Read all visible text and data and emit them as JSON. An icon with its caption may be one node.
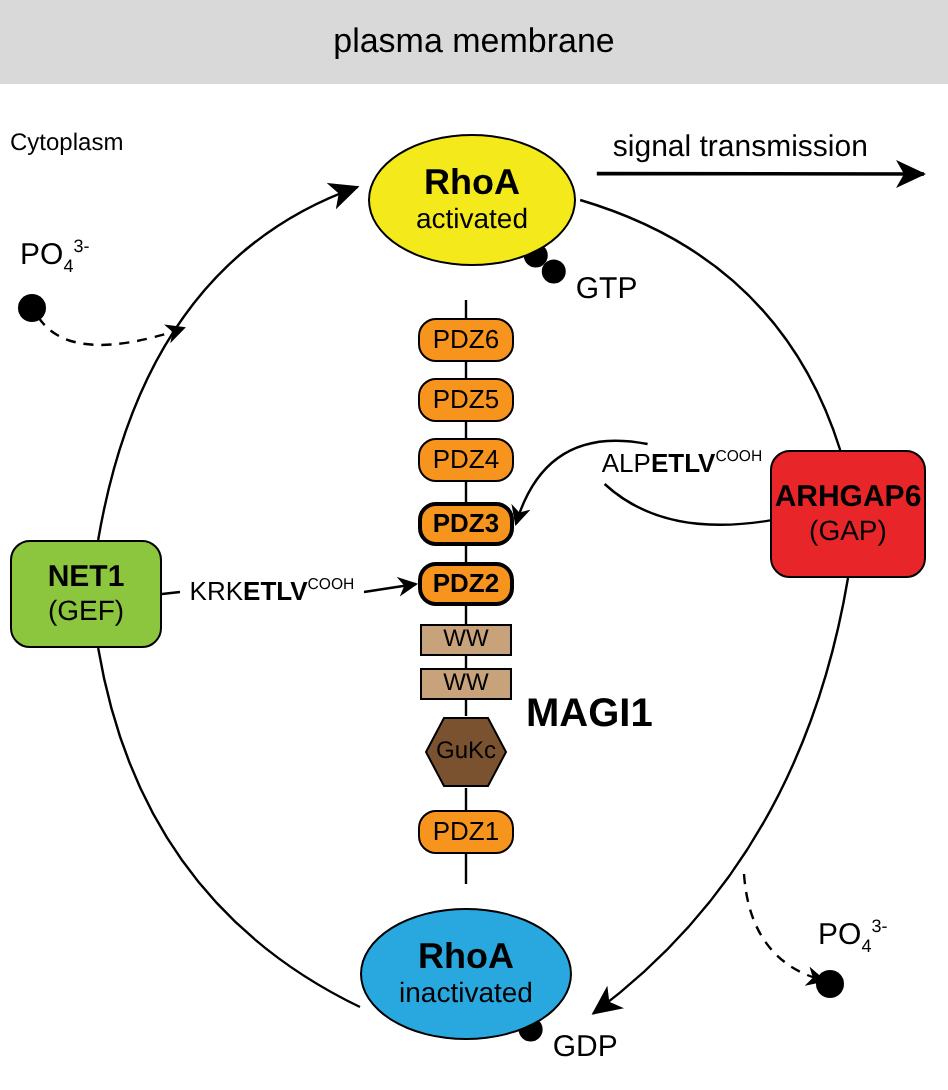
{
  "diagram": {
    "nodes": [
      {
        "text": [
          "plasma membrane"
        ]
      },
      {
        "text": [
          "RhoA",
          "activated"
        ],
        "beside": [
          "GTP"
        ]
      },
      {
        "text": [
          "NET1",
          "(GEF)"
        ]
      },
      {
        "text": [
          "KRK**ETLV**$^{COOH}$"
        ]
      },
      {
        "text": [
          "PDZ6"
        ]
      },
      {
        "text": [
          "PDZ5"
        ]
      },
      {
        "text": [
          "PDZ4"
        ]
      },
      {
        "text": [
          "PDZ3"
        ]
      },
      {
        "text": [
          "PDZ2"
        ]
      },
      {
        "text": [
          "WW"
        ]
      },
      {
        "text": [
          "WW"
        ]
      },
      {
        "text": [
          "GuKc"
        ]
      },
      {
        "text": [
          "PDZ1"
        ]
      },
      {
        "text": [
          "ALP**ETLV**$^{COOH}$"
        ]
      },
      {
        "text": [
          "ARHGAP6",
          "(GAP)"
        ]
      },
      {
        "text": [
          "RhoA",
          "inactivated"
        ],
        "beside": [
          "GDP"
        ]
      },
      {
        "text": [
          "PO$_{4}$$^{3-}$"
        ]
      },
      {
        "text": [
          "PO$_{4}$$^{3-}$"
        ]
      }
    ],
    "edges": [
      {
        "from": 2,
        "to": 1,
        "arrow": "to"
      },
      {
        "from": 15,
        "to": 2,
        "arrow": "none"
      },
      {
        "from": 1,
        "to": 14,
        "arrow": "none"
      },
      {
        "from": 14,
        "to": 15,
        "arrow": "to"
      },
      {
        "from": 2,
        "to": 3,
        "arrow": "none"
      },
      {
        "from": 3,
        "to": 8,
        "arrow": "to"
      },
      {
        "from": 14,
        "to": 13,
        "arrow": "none"
      },
      {
        "from": 13,
        "to": 7,
        "arrow": "to"
      },
      {
        "from": 16,
        "to": null,
        "arrow": "to",
        "style": "dashed"
      },
      {
        "from": null,
        "to": 17,
        "arrow": "to",
        "style": "dashed"
      },
      {
        "from": 1,
        "to": null,
        "arrow": "to",
        "label": "signal transmission"
      },
      {
        "from": 4,
        "to": 5,
        "arrow": "none"
      },
      {
        "from": 5,
        "to": 6,
        "arrow": "none"
      },
      {
        "from": 6,
        "to": 7,
        "arrow": "none"
      },
      {
        "from": 7,
        "to": 8,
        "arrow": "none"
      },
      {
        "from": 8,
        "to": 9,
        "arrow": "none"
      },
      {
        "from": 9,
        "to": 10,
        "arrow": "none"
      },
      {
        "from": 10,
        "to": 11,
        "arrow": "none"
      },
      {
        "from": 11,
        "to": 12,
        "arrow": "none"
      }
    ],
    "labels": [
      "Cytoplasm",
      "MAGI1"
    ]
  }
}
